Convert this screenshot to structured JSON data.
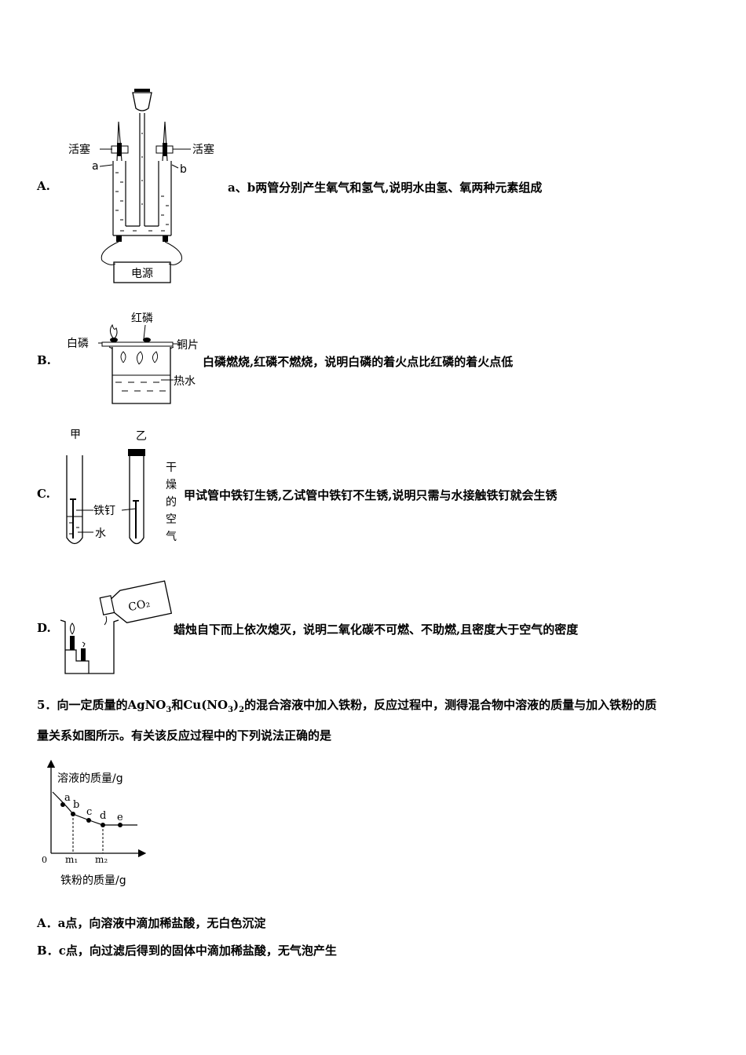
{
  "options": [
    {
      "label": "A.",
      "text": "a、b两管分别产生氧气和氢气,说明水由氢、氧两种元素组成"
    },
    {
      "label": "B.",
      "text": "白磷燃烧,红磷不燃烧，说明白磷的着火点比红磷的着火点低"
    },
    {
      "label": "C.",
      "text": "甲试管中铁钉生锈,乙试管中铁钉不生锈,说明只需与水接触铁钉就会生锈"
    },
    {
      "label": "D.",
      "text": "蜡烛自下而上依次熄灭，说明二氧化碳不可燃、不助燃,且密度大于空气的密度"
    }
  ],
  "figA": {
    "stopcock_left": "活塞",
    "stopcock_right": "活塞",
    "tube_a": "a",
    "tube_b": "b",
    "power": "电源"
  },
  "figB": {
    "red_p": "红磷",
    "white_p": "白磷",
    "copper": "铜片",
    "hot_water": "热水"
  },
  "figC": {
    "tube1": "甲",
    "tube2": "乙",
    "nail": "铁钉",
    "water": "水",
    "dry_air": [
      "干",
      "燥",
      "的",
      "空",
      "气"
    ]
  },
  "figD": {
    "gas": "CO₂"
  },
  "question": {
    "number": "5．",
    "line1_pre": "向一定质量的",
    "agno3": "AgNO",
    "agno3_sub": "3",
    "and": "和",
    "cuno3": "Cu(NO",
    "cuno3_sub1": "3",
    "cuno3_close": ")",
    "cuno3_sub2": "2",
    "line1_post": "的混合溶液中加入铁粉，反应过程中，测得混合物中溶液的质量与加入铁粉的质",
    "line2": "量关系如图所示。有关该反应过程中的下列说法正确的是"
  },
  "chart_data": {
    "type": "line",
    "ylabel": "溶液的质量/g",
    "xlabel": "铁粉的质量/g",
    "origin": "0",
    "x_ticks": [
      "m₁",
      "m₂"
    ],
    "points": [
      "a",
      "b",
      "c",
      "d",
      "e"
    ]
  },
  "answers": [
    {
      "label": "A．",
      "text": "a点，向溶液中滴加稀盐酸，无白色沉淀"
    },
    {
      "label": "B．",
      "text": "c点，向过滤后得到的固体中滴加稀盐酸，无气泡产生"
    }
  ]
}
